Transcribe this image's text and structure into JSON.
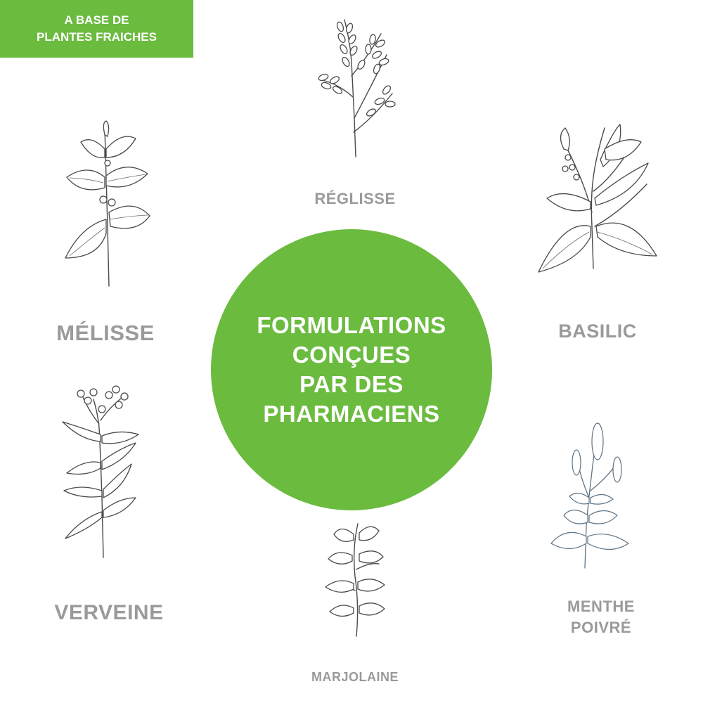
{
  "badge": {
    "line1": "A BASE DE",
    "line2": "PLANTES FRAICHES"
  },
  "center": {
    "line1": "FORMULATIONS",
    "line2": "CONÇUES",
    "line3": "PAR DES",
    "line4": "PHARMACIENS"
  },
  "plants": {
    "reglisse": "RÉGLISSE",
    "melisse": "MÉLISSE",
    "basilic": "BASILIC",
    "verveine": "VERVEINE",
    "menthe_line1": "MENTHE",
    "menthe_line2": "POIVRÉ",
    "marjolaine": "MARJOLAINE"
  },
  "colors": {
    "accent": "#6bbb3f",
    "label": "#9a9a9a",
    "line": "#4a4a4a"
  }
}
